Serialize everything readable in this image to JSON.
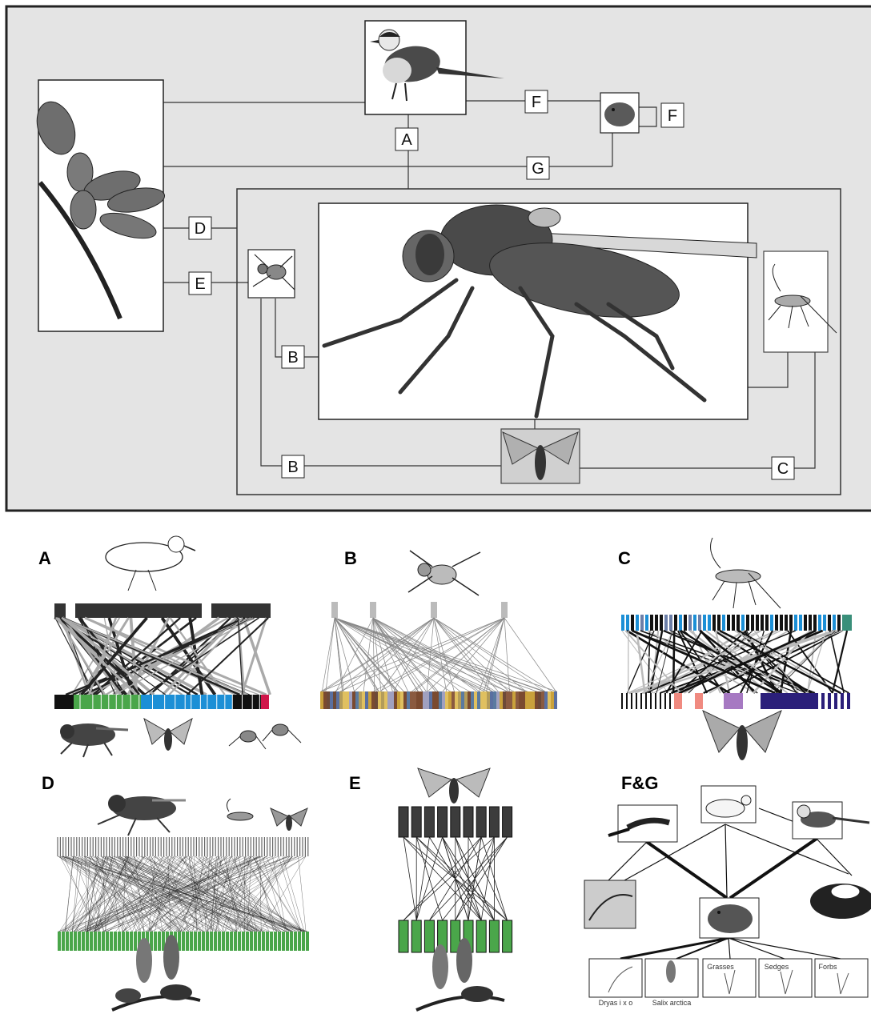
{
  "top_panel": {
    "link_labels": {
      "A": "A",
      "B_upper": "B",
      "B_lower": "B",
      "C": "C",
      "D": "D",
      "E": "E",
      "F_bird_vole": "F",
      "F_vole_self": "F",
      "G": "G"
    }
  },
  "panels": {
    "A": {
      "label": "A"
    },
    "B": {
      "label": "B"
    },
    "C": {
      "label": "C"
    },
    "D": {
      "label": "D"
    },
    "E": {
      "label": "E"
    },
    "FG": {
      "label": "F&G"
    }
  },
  "plant_labels": [
    "Dryas i x o",
    "Salix arctica",
    "Grasses",
    "Sedges",
    "Forbs"
  ],
  "colors": {
    "top_background": "#e4e4e4",
    "green": "#4aa64a",
    "blue": "#1c8fd6",
    "navy": "#2b1f7a",
    "purple": "#a679c2",
    "salmon": "#f08a80",
    "crimson": "#d0164a",
    "teal": "#3a8f7a",
    "dark_gray": "#3c3c3c"
  },
  "icons": [
    "bird-icon",
    "vole-icon",
    "leaf-icon",
    "fly-icon",
    "spider-icon",
    "wasp-icon",
    "moth-icon",
    "sandpiper-icon",
    "willow-icon",
    "stoat-icon",
    "fox-icon",
    "skua-icon",
    "owl-icon",
    "nest-icon"
  ]
}
